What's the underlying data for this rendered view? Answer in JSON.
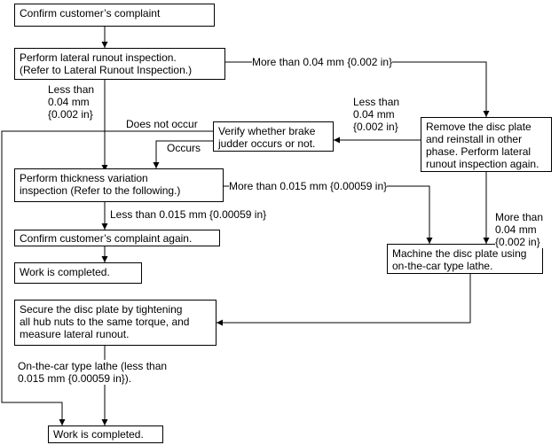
{
  "nodes": {
    "confirm_complaint": "Confirm customer’s complaint",
    "lateral_runout": [
      "Perform lateral runout inspection.",
      "(Refer to Lateral Runout Inspection.)"
    ],
    "remove_disc": [
      "Remove the disc plate",
      "and reinstall in other",
      "phase. Perform lateral",
      "runout inspection again."
    ],
    "verify_judder": [
      "Verify whether brake",
      "judder occurs or not."
    ],
    "thickness_variation": [
      "Perform thickness variation",
      "inspection (Refer to the following.)"
    ],
    "confirm_again": "Confirm customer’s complaint again.",
    "work_completed_1": "Work is completed.",
    "machine_disc": [
      "Machine the disc plate using",
      "on-the-car type lathe."
    ],
    "secure_disc": [
      "Secure the disc plate by tightening",
      "all hub nuts to the same torque, and",
      "measure lateral runout."
    ],
    "work_completed_2": "Work is completed."
  },
  "labels": {
    "more_than_004_a": "More than 0.04 mm {0.002 in}",
    "less_than_004_a": [
      "Less than",
      "0.04 mm",
      "{0.002 in}"
    ],
    "less_than_004_b": [
      "Less than",
      "0.04 mm",
      "{0.002 in}"
    ],
    "does_not_occur": "Does not occur",
    "occurs": "Occurs",
    "more_than_0015": "More than 0.015 mm {0.00059 in}",
    "less_than_0015": "Less than 0.015 mm {0.00059 in}",
    "more_than_004_b": [
      "More than",
      "0.04 mm",
      "{0.002 in}"
    ],
    "on_car_lathe": [
      "On-the-car type lathe (less than",
      "0.015 mm {0.00059 in})."
    ]
  }
}
